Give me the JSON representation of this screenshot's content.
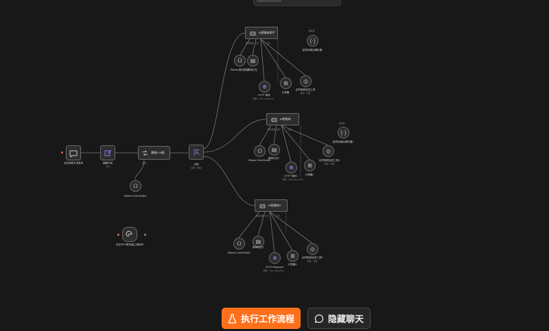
{
  "colors": {
    "background": "#181818",
    "accent": "#ff6f1a",
    "node_border": "#6a6a6a",
    "wire": "#7a7a7a",
    "icon_purple": "#8b7bff"
  },
  "canvas": {
    "chat_trigger": {
      "label": "当收到聊天消息时",
      "icon": "chat-bubble-icon"
    },
    "edit_fields": {
      "label": "编辑字段",
      "sub": "(Set)",
      "icon": "edit-pencil-icon"
    },
    "basic_llm": {
      "title": "基础LLM链",
      "port": "模型*",
      "icon": "chain-icon"
    },
    "ollama_main": {
      "label": "Ollama Chat Model1",
      "icon": "llama-icon"
    },
    "switch": {
      "label": "切换",
      "sub": "模式：规则",
      "icon": "switch-icon"
    },
    "mcp_trigger": {
      "label": "当在MCP服务器上调用时",
      "icon": "mcp-icon"
    },
    "agent1": {
      "title": "AI智能体助手",
      "ports": [
        "聊天模型*",
        "记忆",
        "工具"
      ],
      "model": "Ollama 聊天模型",
      "memory": "简单记忆",
      "tool_http": "HTTP 请求",
      "tool_http_sub": "获取：https://api.gitcon...",
      "tool_code": "计算器",
      "tool_mcp": "合同条款检查工具",
      "tool_mcp_sub": "导出：列出",
      "parser_tag": "解析器",
      "parser": "结构化输出解析器"
    },
    "agent2": {
      "title": "AI智能体",
      "ports": [
        "聊天模型*",
        "记忆",
        "工具"
      ],
      "model": "Ollama Chat Model2",
      "memory": "简单记忆2",
      "tool_http": "HTTP 请求1",
      "tool_http_sub": "获取：https://api.gitcon...",
      "tool_code": "计算器1",
      "tool_mcp": "合同条款检查工具1",
      "tool_mcp_sub": "导出：列出",
      "parser_tag": "解析器",
      "parser": "结构化输出解析器1"
    },
    "agent3": {
      "title": "AI智能体3",
      "ports": [
        "聊天模型*",
        "记忆",
        "工具"
      ],
      "model": "Ollama Chat Model3",
      "memory": "简单记忆3",
      "tool_http": "HTTP Request3",
      "tool_http_sub": "获取：https://api.gitcon...",
      "tool_code": "计算器3",
      "tool_mcp": "合同条款检查工具2",
      "tool_mcp_sub": "导出：列出"
    }
  },
  "buttons": {
    "run": "执行工作流程",
    "hide_chat": "隐藏聊天"
  }
}
